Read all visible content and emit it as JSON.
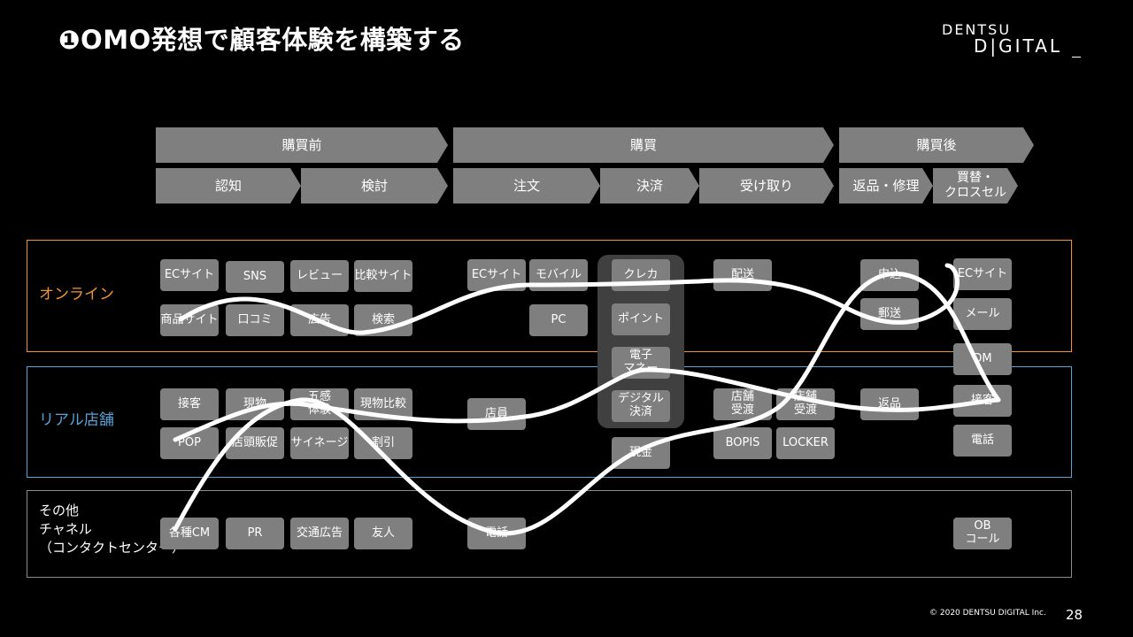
{
  "title": "❶OMO発想で顧客体験を構築する",
  "logo": {
    "line1": "DENTSU",
    "line2": "D|GITAL"
  },
  "phases": [
    "購買前",
    "購買",
    "購買後"
  ],
  "stages": [
    "認知",
    "検討",
    "注文",
    "決済",
    "受け取り",
    "返品・修理",
    "買替・\nクロスセル"
  ],
  "rows": {
    "online": {
      "label": "オンライン",
      "color": "#f0962e"
    },
    "store": {
      "label": "リアル店舗",
      "color": "#5aa3d6"
    },
    "other": {
      "label": "その他\nチャネル\n（コンタクトセンター）",
      "color": "#8c8c8c"
    }
  },
  "boxes": {
    "ec_site_1": "ECサイト",
    "sns": "SNS",
    "review": "レビュー",
    "compare_site": "比較サイト",
    "product_site": "商品サイト",
    "word_of_mouth": "口コミ",
    "ad": "広告",
    "search": "検索",
    "ec_site_2": "ECサイト",
    "mobile": "モバイル",
    "pc": "PC",
    "credit_card": "クレカ",
    "point": "ポイント",
    "e_money": "電子\nマネー",
    "digital_payment": "デジタル\n決済",
    "cash": "現金",
    "delivery": "配送",
    "store_receive_1": "店舗\n受渡",
    "store_receive_2": "店舗\n受渡",
    "bopis": "BOPIS",
    "locker": "LOCKER",
    "apply": "申込",
    "mail_send": "郵送",
    "return": "返品",
    "ec_site_3": "ECサイト",
    "email": "メール",
    "dm": "DM",
    "service_2": "接客",
    "phone_2": "電話",
    "ob_call": "OB\nコール",
    "service": "接客",
    "real_item": "現物",
    "touch_exp": "五感\n体験",
    "real_compare": "現物比較",
    "pop": "POP",
    "store_promo": "店頭販促",
    "signage": "サイネージ",
    "discount": "割引",
    "clerk": "店員",
    "various_cm": "各種CM",
    "pr": "PR",
    "transit_ad": "交通広告",
    "friend": "友人",
    "phone": "電話"
  },
  "footer": "© 2020 DENTSU DIGITAL Inc.",
  "page_number": "28"
}
